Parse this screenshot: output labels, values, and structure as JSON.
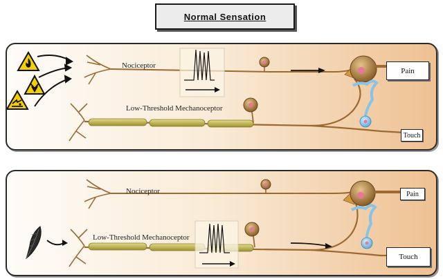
{
  "title": "Normal Sensation",
  "top_panel": {
    "nociceptor_label": "Nociceptor",
    "mechanoceptor_label": "Low-Threshold  Mechanoceptor",
    "pain_label": "Pain",
    "touch_label": "Touch",
    "active_pathway": "nociceptor",
    "stimulus_icons": [
      "fire-hazard-icon",
      "falling-object-hazard-icon",
      "chemical-hazard-icon"
    ]
  },
  "bottom_panel": {
    "nociceptor_label": "Nociceptor",
    "mechanoceptor_label": "Low-Threshold  Mechanoceptor",
    "pain_label": "Pain",
    "touch_label": "Touch",
    "active_pathway": "mechanoceptor",
    "stimulus_icons": [
      "feather-icon"
    ]
  },
  "colors": {
    "axon": "#9c6a30",
    "myelin": "#c7bd62",
    "soma": "#b08a4a",
    "nucleus": "#e8789a",
    "interneuron": "#87c3e8",
    "hazard_yellow": "#f4d000"
  }
}
